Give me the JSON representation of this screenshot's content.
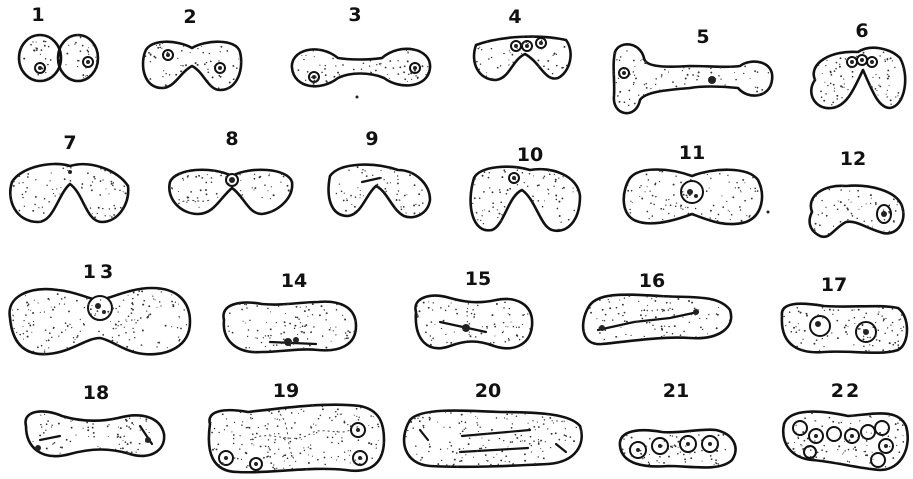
{
  "figures": [
    {
      "label": "1"
    },
    {
      "label": "2"
    },
    {
      "label": "3"
    },
    {
      "label": "4"
    },
    {
      "label": "5"
    },
    {
      "label": "6"
    },
    {
      "label": "7"
    },
    {
      "label": "8"
    },
    {
      "label": "9"
    },
    {
      "label": "10"
    },
    {
      "label": "11"
    },
    {
      "label": "12"
    },
    {
      "label": "13"
    },
    {
      "label": "14"
    },
    {
      "label": "15"
    },
    {
      "label": "16"
    },
    {
      "label": "17"
    },
    {
      "label": "18"
    },
    {
      "label": "19"
    },
    {
      "label": "20"
    },
    {
      "label": "21"
    },
    {
      "label": "22"
    }
  ]
}
